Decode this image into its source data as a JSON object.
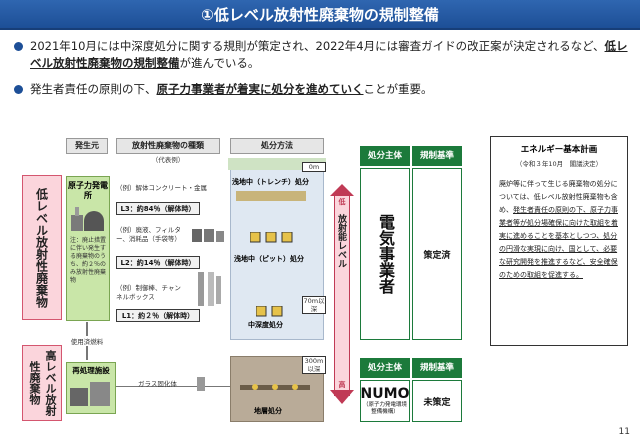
{
  "title": "①低レベル放射性廃棄物の規制整備",
  "bullets": [
    {
      "pre": "2021年10月には中深度処分に関する規則が策定され、2022年4月には審査ガイドの改正案が決定されるなど、",
      "em": "低レベル放射性廃棄物の規制整備",
      "post": "が進んでいる。"
    },
    {
      "pre": "発生者責任の原則の下、",
      "em": "原子力事業者が着実に処分を進めていく",
      "post": "ことが重要。"
    }
  ],
  "diagram": {
    "col_headers": {
      "source": "発生元",
      "types": "放射性廃棄物の種類",
      "types_sub": "（代表例）",
      "method": "処分方法"
    },
    "low_level_label": "低レベル放射性廃棄物",
    "high_level_label": "高レベル放射性廃棄物",
    "plant_label": "原子力発電所",
    "plant_note": "注：廃止措置に伴い発生する廃棄物のうち、約２％のみ放射性廃棄物",
    "waste_items": [
      {
        "example": "（例）解体コンクリート・金属",
        "level": "L3：約84％（解体時）"
      },
      {
        "example": "（例）廃液、フィルター、消耗品（手袋等）",
        "level": "L2：約14％（解体時）"
      },
      {
        "example": "（例）制御棒、チャンネルボックス",
        "level": "L1：約２％（解体時）"
      }
    ],
    "fuel_label": "使用済燃料",
    "reprocess_label": "再処理施設",
    "glass_label": "ガラス固化体",
    "disposal": {
      "trench": "浅地中（トレンチ）処分",
      "pit": "浅地中（ピット）処分",
      "intermediate": "中深度処分",
      "geological": "地層処分",
      "depth_0": "0m",
      "depth_70": "70m以深",
      "depth_300": "300m以深"
    },
    "radiation_axis": {
      "label": "放射能レベル",
      "low": "低",
      "high": "高"
    }
  },
  "table_upper": {
    "header_entity": "処分主体",
    "header_standard": "規制基準",
    "entity": "電気事業者",
    "standard": "策定済"
  },
  "table_lower": {
    "header_entity": "処分主体",
    "header_standard": "規制基準",
    "entity": "NUMO",
    "entity_sub": "（原子力発電環境整備機構）",
    "standard": "未策定"
  },
  "energy_plan": {
    "title": "エネルギー基本計画",
    "subtitle": "（令和３年10月　閣議決定）",
    "body_pre": "廃炉等に伴って生じる廃棄物の処分については、低レベル放射性廃棄物も含め、",
    "body_u1": "発生者責任の原則の下、原子力事業者等が処分場確保に向けた取組を着実に進めることを基本としつつ、処分の円滑な実現に向け、国として、必要な研究開発を推進するなど、安全確保のための取組を促進する。",
    "body_post": ""
  },
  "page_number": "11",
  "colors": {
    "accent": "#1d4f97",
    "green": "#1c7a3b",
    "pink": "#fbd5dc"
  }
}
